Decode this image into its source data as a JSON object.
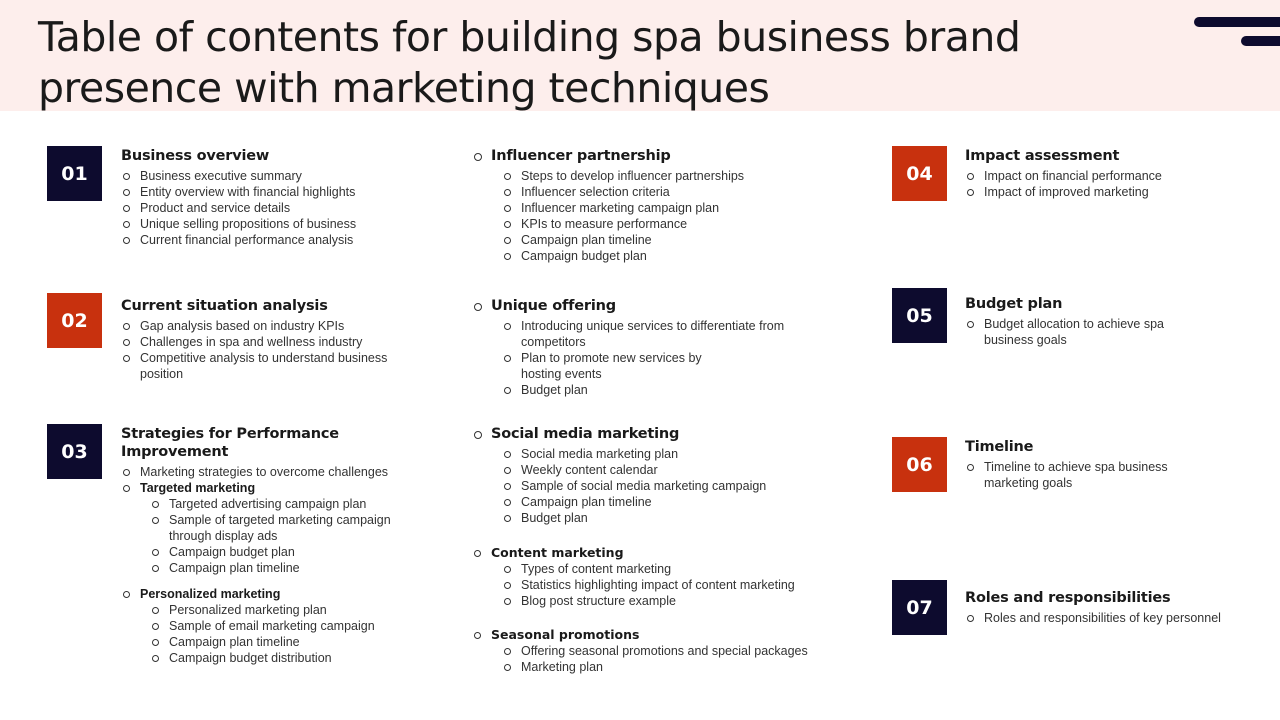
{
  "title": "Table of contents for building spa business brand presence with marketing techniques",
  "left": [
    {
      "num": "01",
      "title": "Business overview",
      "items": [
        "Business executive summary",
        "Entity overview  with financial highlights",
        "Product and service details",
        "Unique selling propositions of business",
        "Current financial performance  analysis"
      ]
    },
    {
      "num": "02",
      "title": "Current situation analysis",
      "items": [
        "Gap analysis based on industry KPIs",
        "Challenges  in spa and wellness industry",
        "Competitive  analysis to understand business position"
      ]
    },
    {
      "num": "03",
      "title": "Strategies for Performance Improvement",
      "intro": "Marketing strategies to overcome  challenges",
      "groups": [
        {
          "label": "Targeted marketing",
          "items": [
            "Targeted  advertising campaign plan",
            "Sample of targeted marketing campaign through display ads",
            "Campaign  budget plan",
            "Campaign plan timeline"
          ]
        },
        {
          "label": "Personalized marketing",
          "items": [
            "Personalized marketing plan",
            "Sample of email marketing campaign",
            "Campaign plan timeline",
            "Campaign budget distribution"
          ]
        }
      ]
    }
  ],
  "middle": [
    {
      "title": "Influencer partnership",
      "items": [
        "Steps to develop  influencer  partnerships",
        "Influencer  selection criteria",
        "Influencer  marketing campaign plan",
        "KPIs to measure  performance",
        "Campaign plan timeline",
        "Campaign  budget plan"
      ]
    },
    {
      "title": "Unique offering",
      "items": [
        "Introducing unique services to differentiate from competitors",
        "Plan to promote new services  by hosting events",
        "Budget plan"
      ]
    },
    {
      "title": "Social media marketing",
      "items": [
        "Social media marketing plan",
        "Weekly content calendar",
        "Sample of social media marketing campaign",
        "Campaign  plan timeline",
        "Budget plan"
      ],
      "subgroups": [
        {
          "label": "Content marketing",
          "items": [
            "Types of content marketing",
            "Statistics highlighting impact of content marketing",
            "Blog post structure example"
          ]
        },
        {
          "label": "Seasonal promotions",
          "items": [
            "Offering  seasonal promotions  and special packages",
            "Marketing plan"
          ]
        }
      ]
    }
  ],
  "right": [
    {
      "num": "04",
      "title": "Impact assessment",
      "items": [
        "Impact on financial performance",
        "Impact of improved  marketing"
      ]
    },
    {
      "num": "05",
      "title": "Budget plan",
      "items": [
        "Budget allocation to achieve  spa business goals"
      ]
    },
    {
      "num": "06",
      "title": "Timeline",
      "items": [
        "Timeline to achieve spa business marketing goals"
      ]
    },
    {
      "num": "07",
      "title": "Roles and responsibilities",
      "items": [
        "Roles and responsibilities of key personnel"
      ]
    }
  ]
}
